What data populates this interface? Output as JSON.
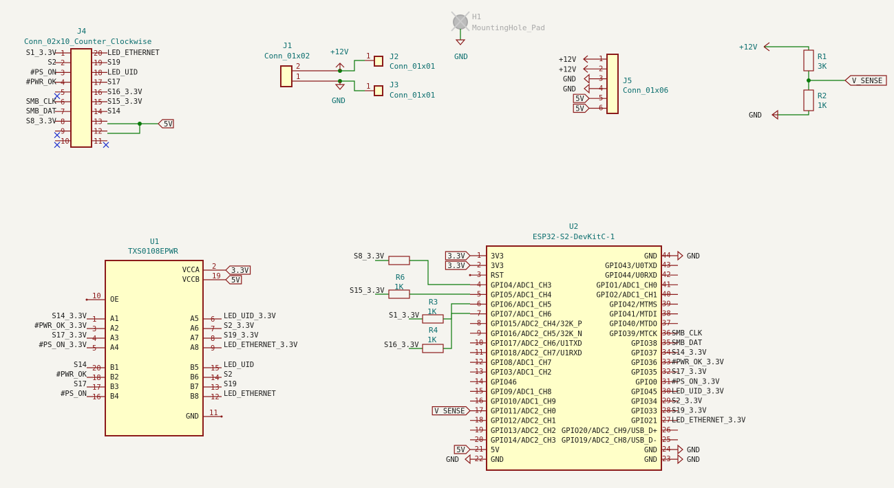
{
  "schematic": {
    "j4": {
      "ref": "J4",
      "value": "Conn_02x10_Counter_Clockwise",
      "left_pins": [
        "1",
        "2",
        "3",
        "4",
        "5",
        "6",
        "7",
        "8",
        "9",
        "10"
      ],
      "right_pins": [
        "20",
        "19",
        "18",
        "17",
        "16",
        "15",
        "14",
        "13",
        "12",
        "11"
      ],
      "left_nets": [
        "S1_3.3V",
        "S2",
        "#PS_ON",
        "#PWR_OK",
        "",
        "SMB_CLK",
        "SMB_DAT",
        "S8_3.3V",
        "",
        ""
      ],
      "right_nets": [
        "LED_ETHERNET",
        "S19",
        "LED_UID",
        "S17",
        "S16_3.3V",
        "S15_3.3V",
        "S14",
        "",
        "",
        ""
      ],
      "power": "5V"
    },
    "j1": {
      "ref": "J1",
      "value": "Conn_01x02",
      "pins": [
        "2",
        "1"
      ]
    },
    "j2": {
      "ref": "J2",
      "value": "Conn_01x01",
      "pin": "1"
    },
    "j3": {
      "ref": "J3",
      "value": "Conn_01x01",
      "pin": "1"
    },
    "j1_power": {
      "top": "+12V",
      "bottom": "GND"
    },
    "h1": {
      "ref": "H1",
      "value": "MountingHole_Pad",
      "power": "GND"
    },
    "j5": {
      "ref": "J5",
      "value": "Conn_01x06",
      "pins": [
        "1",
        "2",
        "3",
        "4",
        "5",
        "6"
      ],
      "nets": [
        "+12V",
        "+12V",
        "GND",
        "GND",
        "5V",
        "5V"
      ]
    },
    "divider": {
      "r1_ref": "R1",
      "r1_val": "3K",
      "r2_ref": "R2",
      "r2_val": "1K",
      "top": "+12V",
      "bottom": "GND",
      "sense": "V_SENSE"
    },
    "u1": {
      "ref": "U1",
      "value": "TXS0108EPWR",
      "right_top": [
        {
          "pin": "2",
          "name": "VCCA",
          "net": "3.3V"
        },
        {
          "pin": "19",
          "name": "VCCB",
          "net": "5V"
        }
      ],
      "oe": {
        "pin": "10",
        "name": "OE"
      },
      "a_pins": [
        {
          "pin": "1",
          "name": "A1",
          "net": "S14_3.3V"
        },
        {
          "pin": "3",
          "name": "A2",
          "net": "#PWR_OK_3.3V"
        },
        {
          "pin": "4",
          "name": "A3",
          "net": "S17_3.3V"
        },
        {
          "pin": "5",
          "name": "A4",
          "net": "#PS_ON_3.3V"
        }
      ],
      "b_pins": [
        {
          "pin": "20",
          "name": "B1",
          "net": "S14"
        },
        {
          "pin": "18",
          "name": "B2",
          "net": "#PWR_OK"
        },
        {
          "pin": "17",
          "name": "B3",
          "net": "S17"
        },
        {
          "pin": "16",
          "name": "B4",
          "net": "#PS_ON"
        }
      ],
      "a_right": [
        {
          "pin": "6",
          "name": "A5",
          "net": "LED_UID_3.3V"
        },
        {
          "pin": "7",
          "name": "A6",
          "net": "S2_3.3V"
        },
        {
          "pin": "8",
          "name": "A7",
          "net": "S19_3.3V"
        },
        {
          "pin": "9",
          "name": "A8",
          "net": "LED_ETHERNET_3.3V"
        }
      ],
      "b_right": [
        {
          "pin": "15",
          "name": "B5",
          "net": "LED_UID"
        },
        {
          "pin": "14",
          "name": "B6",
          "net": "S2"
        },
        {
          "pin": "13",
          "name": "B7",
          "net": "S19"
        },
        {
          "pin": "12",
          "name": "B8",
          "net": "LED_ETHERNET"
        }
      ],
      "gnd": {
        "pin": "11",
        "name": "GND"
      }
    },
    "u2": {
      "ref": "U2",
      "value": "ESP32-S2-DevKitC-1",
      "left": [
        {
          "pin": "1",
          "name": "3V3",
          "net": "3.3V"
        },
        {
          "pin": "2",
          "name": "3V3",
          "net": "3.3V"
        },
        {
          "pin": "3",
          "name": "RST",
          "net": ""
        },
        {
          "pin": "4",
          "name": "GPIO4/ADC1_CH3",
          "net": ""
        },
        {
          "pin": "5",
          "name": "GPIO5/ADC1_CH4",
          "net": ""
        },
        {
          "pin": "6",
          "name": "GPIO6/ADC1_CH5",
          "net": ""
        },
        {
          "pin": "7",
          "name": "GPIO7/ADC1_CH6",
          "net": ""
        },
        {
          "pin": "8",
          "name": "GPIO15/ADC2_CH4/32K_P",
          "net": ""
        },
        {
          "pin": "9",
          "name": "GPIO16/ADC2_CH5/32K_N",
          "net": ""
        },
        {
          "pin": "10",
          "name": "GPIO17/ADC2_CH6/U1TXD",
          "net": ""
        },
        {
          "pin": "11",
          "name": "GPIO18/ADC2_CH7/U1RXD",
          "net": ""
        },
        {
          "pin": "12",
          "name": "GPIO8/ADC1_CH7",
          "net": ""
        },
        {
          "pin": "13",
          "name": "GPIO3/ADC1_CH2",
          "net": ""
        },
        {
          "pin": "14",
          "name": "GPIO46",
          "net": ""
        },
        {
          "pin": "15",
          "name": "GPIO9/ADC1_CH8",
          "net": ""
        },
        {
          "pin": "16",
          "name": "GPIO10/ADC1_CH9",
          "net": ""
        },
        {
          "pin": "17",
          "name": "GPIO11/ADC2_CH0",
          "net": "V_SENSE"
        },
        {
          "pin": "18",
          "name": "GPIO12/ADC2_CH1",
          "net": ""
        },
        {
          "pin": "19",
          "name": "GPIO13/ADC2_CH2",
          "net": ""
        },
        {
          "pin": "20",
          "name": "GPIO14/ADC2_CH3",
          "net": ""
        },
        {
          "pin": "21",
          "name": "5V",
          "net": "5V"
        },
        {
          "pin": "22",
          "name": "GND",
          "net": "GND"
        }
      ],
      "right": [
        {
          "pin": "44",
          "name": "GND",
          "net": "GND"
        },
        {
          "pin": "43",
          "name": "GPIO43/U0TXD",
          "net": ""
        },
        {
          "pin": "42",
          "name": "GPIO44/U0RXD",
          "net": ""
        },
        {
          "pin": "41",
          "name": "GPIO1/ADC1_CH0",
          "net": ""
        },
        {
          "pin": "40",
          "name": "GPIO2/ADC1_CH1",
          "net": ""
        },
        {
          "pin": "39",
          "name": "GPIO42/MTMS",
          "net": ""
        },
        {
          "pin": "38",
          "name": "GPIO41/MTDI",
          "net": ""
        },
        {
          "pin": "37",
          "name": "GPIO40/MTDO",
          "net": ""
        },
        {
          "pin": "36",
          "name": "GPIO39/MTCK",
          "net": "SMB_CLK"
        },
        {
          "pin": "35",
          "name": "GPIO38",
          "net": "SMB_DAT"
        },
        {
          "pin": "34",
          "name": "GPIO37",
          "net": "S14_3.3V"
        },
        {
          "pin": "33",
          "name": "GPIO36",
          "net": "#PWR_OK_3.3V"
        },
        {
          "pin": "32",
          "name": "GPIO35",
          "net": "S17_3.3V"
        },
        {
          "pin": "31",
          "name": "GPIO0",
          "net": "#PS_ON_3.3V"
        },
        {
          "pin": "30",
          "name": "GPIO45",
          "net": "LED_UID_3.3V"
        },
        {
          "pin": "29",
          "name": "GPIO34",
          "net": "S2_3.3V"
        },
        {
          "pin": "28",
          "name": "GPIO33",
          "net": "S19_3.3V"
        },
        {
          "pin": "27",
          "name": "GPIO21",
          "net": "LED_ETHERNET_3.3V"
        },
        {
          "pin": "26",
          "name": "GPIO20/ADC2_CH9/USB_D+",
          "net": ""
        },
        {
          "pin": "25",
          "name": "GPIO19/ADC2_CH8/USB_D-",
          "net": ""
        },
        {
          "pin": "24",
          "name": "GND",
          "net": "GND"
        },
        {
          "pin": "23",
          "name": "GND",
          "net": "GND"
        }
      ]
    },
    "resistors": [
      {
        "ref": "",
        "val": "",
        "net": "S8_3.3V"
      },
      {
        "ref": "R6",
        "val": "1K",
        "net": "S15_3.3V"
      },
      {
        "ref": "R3",
        "val": "1K",
        "net": "S1_3.3V"
      },
      {
        "ref": "R4",
        "val": "1K",
        "net": "S16_3.3V"
      }
    ]
  }
}
